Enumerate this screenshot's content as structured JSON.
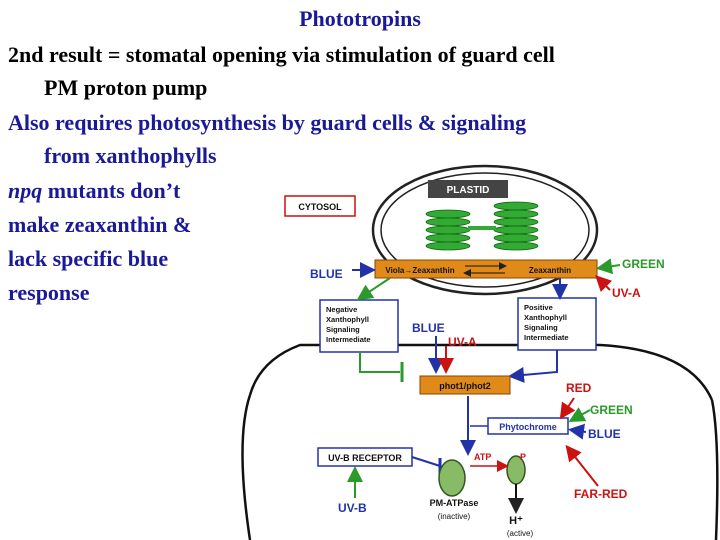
{
  "slide": {
    "title": "Phototropins",
    "line1": "2nd result = stomatal opening via stimulation of guard cell",
    "line1b": "PM proton pump",
    "line2": "Also requires photosynthesis by guard cells & signaling",
    "line2b": "from xanthophylls",
    "line3_italic": "npq",
    "line3_rest": " mutants don’t",
    "line4": "make zeaxanthin &",
    "line5": "lack specific blue",
    "line6": "response"
  },
  "diagram": {
    "plastid": "PLASTID",
    "cytosol": "CYTOSOL",
    "viola_zea": "Viola→Zeaxanthin",
    "zea_viola": "Zeaxanthin",
    "blue_left": "BLUE",
    "green_right": "GREEN",
    "uva_right": "UV-A",
    "neg_box": [
      "Negative",
      "Xanthophyll",
      "Signaling",
      "Intermediate"
    ],
    "pos_box": [
      "Positive",
      "Xanthophyll",
      "Signaling",
      "Intermediate"
    ],
    "blue_mid": "BLUE",
    "uva_mid": "UV-A",
    "phot": "phot1/phot2",
    "red": "RED",
    "green_low": "GREEN",
    "blue_low": "BLUE",
    "phytochrome": "Phytochrome",
    "uvb_receptor": "UV-B RECEPTOR",
    "atp": "ATP",
    "p": "P",
    "uvb": "UV-B",
    "pm_atpase": "PM-ATPase",
    "inactive": "(inactive)",
    "hplus": "H⁺",
    "active": "(active)",
    "far_red": "FAR-RED"
  },
  "colors": {
    "title_blue": "#1a1a99",
    "arrow_blue": "#2233aa",
    "arrow_green": "#2a9a2a",
    "arrow_red": "#cc1111",
    "chloroplast": "#33aa33",
    "bar_orange": "#e08a1a"
  }
}
